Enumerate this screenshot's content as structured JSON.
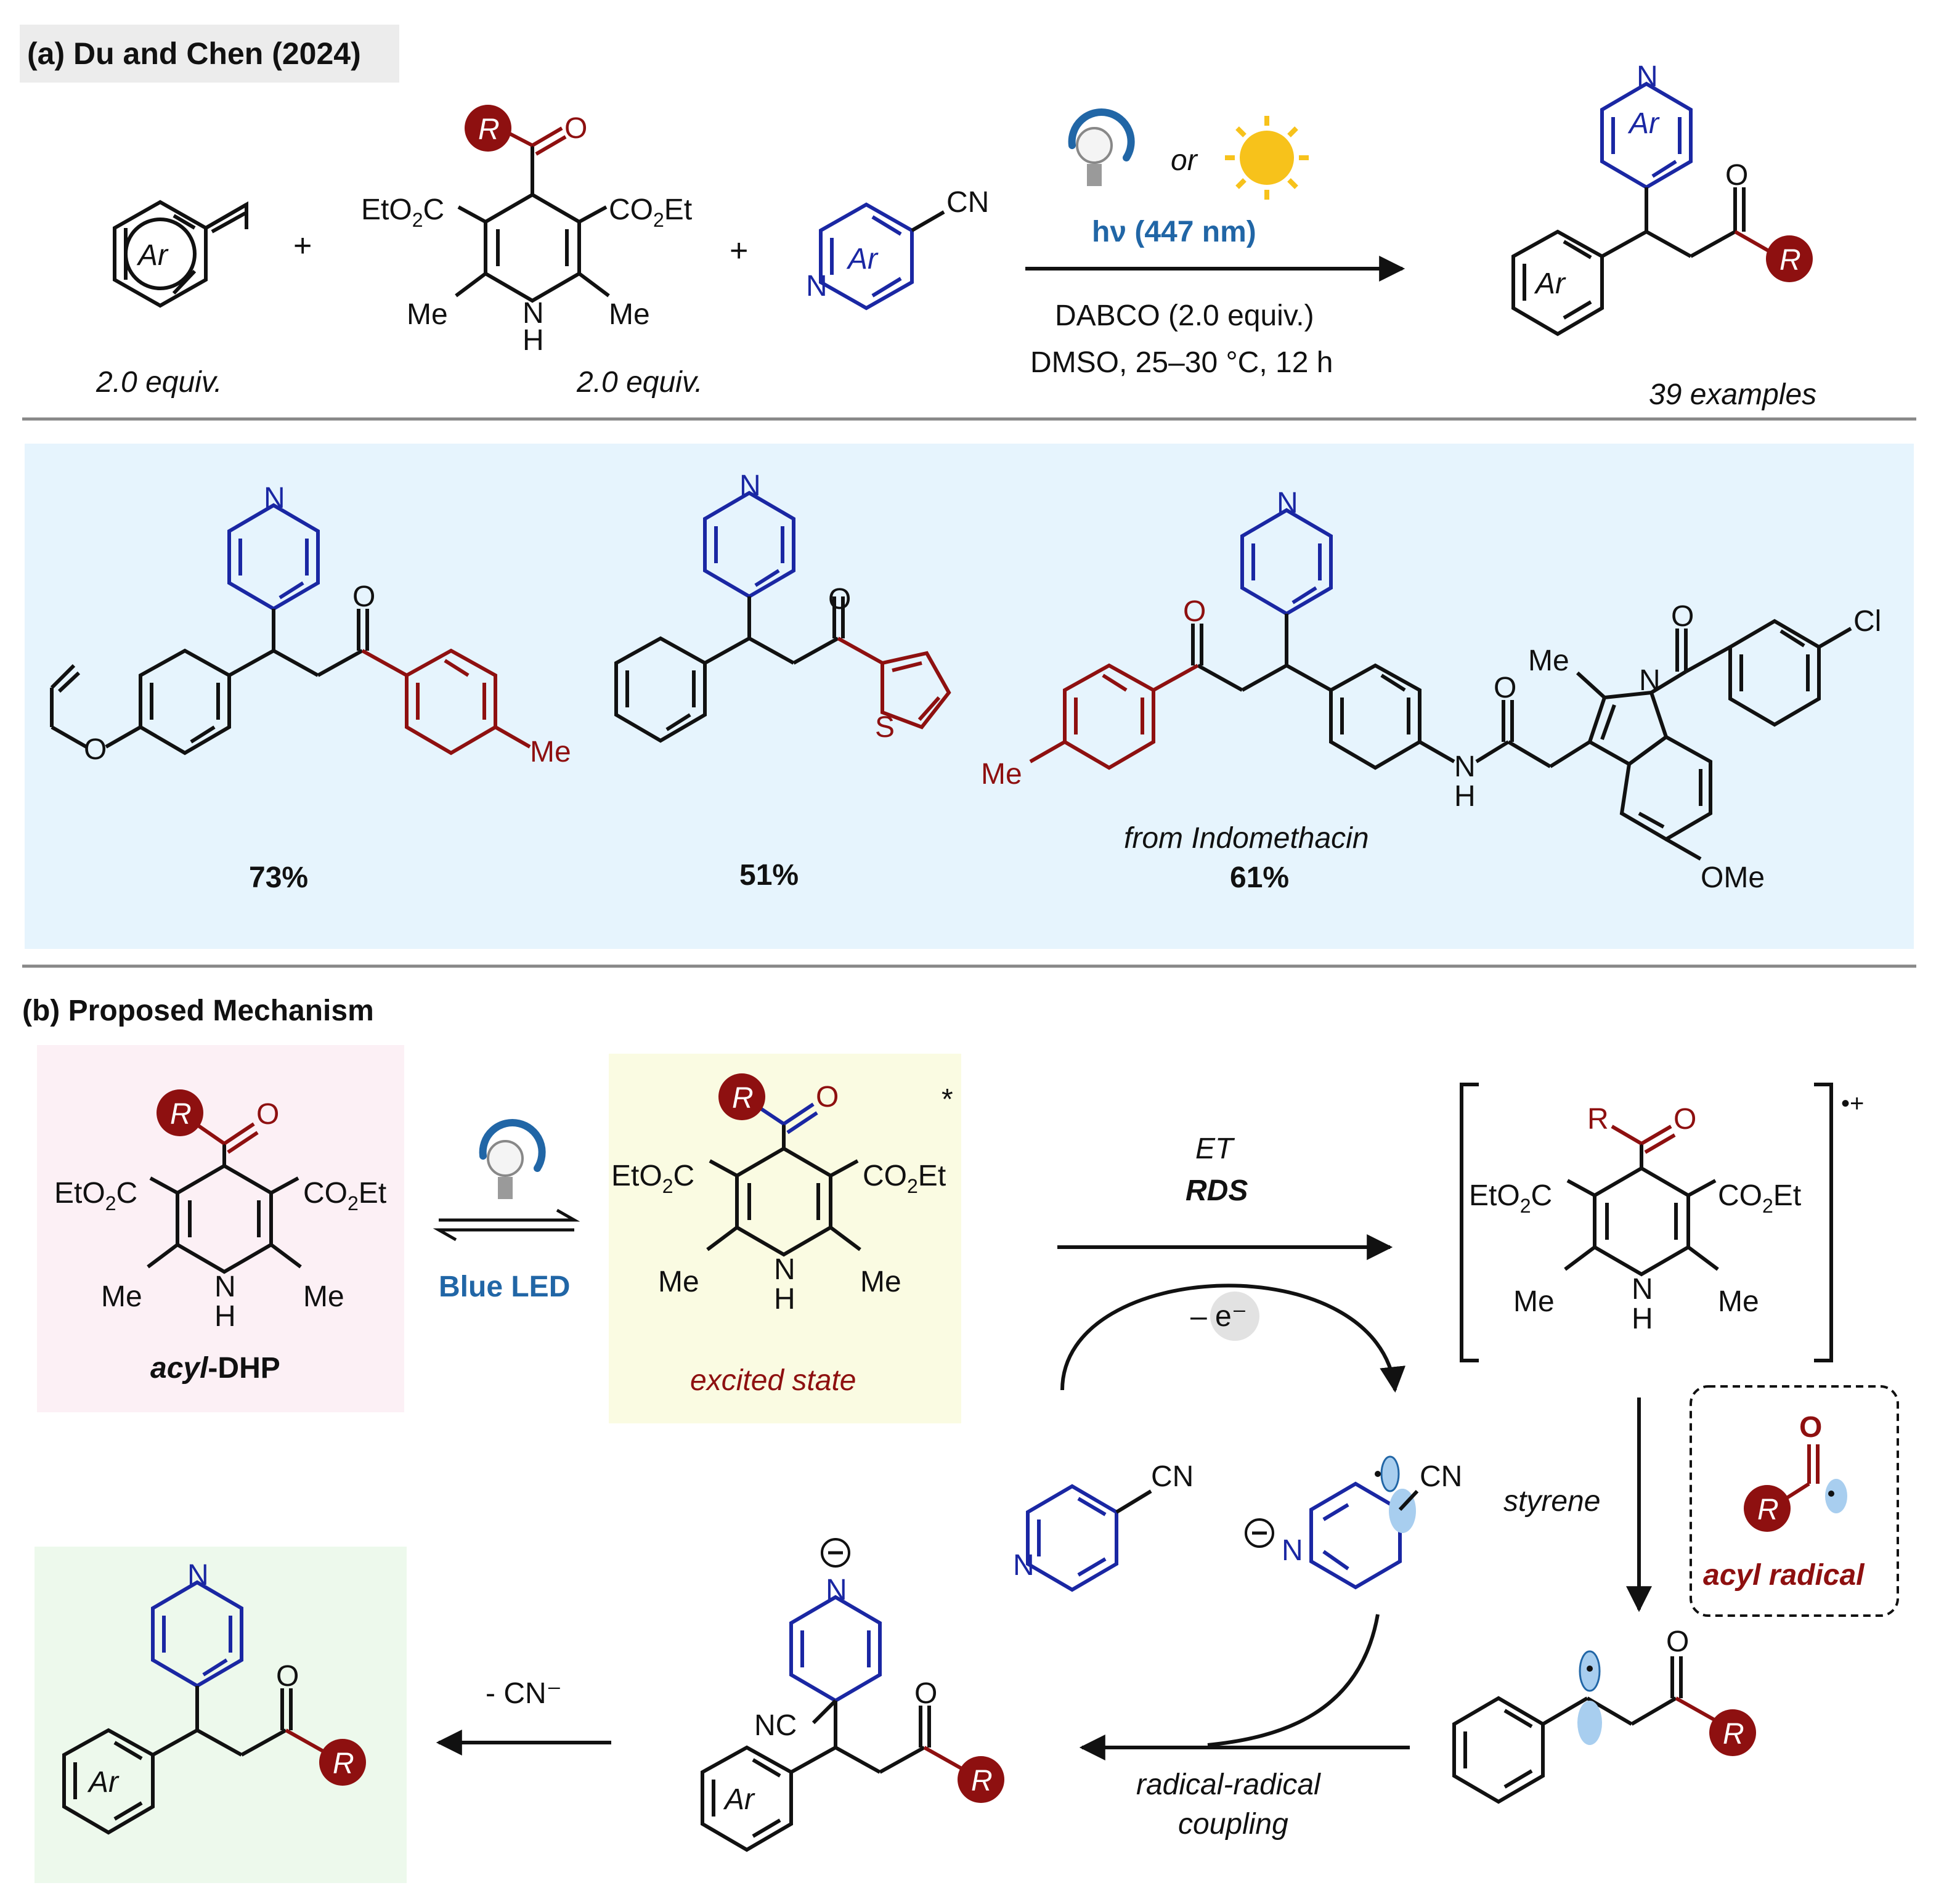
{
  "colors": {
    "ink": "#111111",
    "blue": "#1a27a3",
    "red": "#8e1010",
    "teal": "#2166a6",
    "panel_grey": "#ececec",
    "panel_blue": "#e6f4fd",
    "panel_pink": "#fcf0f5",
    "panel_yellow": "#fafbe2",
    "panel_green": "#edf9ec",
    "orbital": "#a8ceef",
    "sun": "#f7c21b"
  },
  "section_a": {
    "title": "(a) Du and Chen (2024)",
    "styrene_equiv": "2.0 equiv.",
    "dhp_equiv": "2.0 equiv.",
    "plus": "+",
    "light_label": "hν (447 nm)",
    "or": "or",
    "conditions_1": "DABCO (2.0 equiv.)",
    "conditions_2": "DMSO, 25–30 °C, 12 h",
    "examples": "39 examples"
  },
  "labels": {
    "Ar": "Ar",
    "R": "R",
    "N": "N",
    "O": "O",
    "S": "S",
    "H": "H",
    "CN": "CN",
    "NC": "NC",
    "Me": "Me",
    "OMe": "OMe",
    "Cl": "Cl",
    "EtO2C": "EtO2C",
    "CO2Et": "CO2Et"
  },
  "examples": [
    {
      "yield": "73%"
    },
    {
      "yield": "51%"
    },
    {
      "yield": "61%",
      "note": "from Indomethacin"
    }
  ],
  "section_b": {
    "title": "(b) Proposed Mechanism",
    "acyl_dhp": "acyl-DHP",
    "blue_led": "Blue LED",
    "excited_state": "excited state",
    "star": "*",
    "et": "ET",
    "rds": "RDS",
    "minus_e": "– e⁻",
    "radical_cation": "•+",
    "styrene": "styrene",
    "acyl_radical": "acyl radical",
    "minus_cn": "- CN⁻",
    "coupling_1": "radical-radical",
    "coupling_2": "coupling"
  }
}
